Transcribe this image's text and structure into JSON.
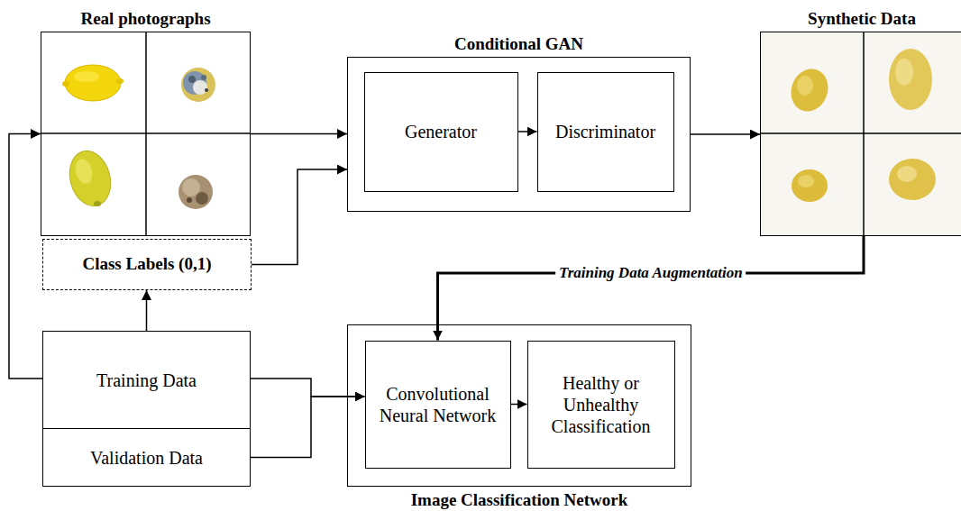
{
  "diagram": {
    "nodes": [
      {
        "text": [
          "Real photographs"
        ]
      },
      {
        "text": [
          "Conditional GAN"
        ]
      },
      {
        "text": [
          "Generator"
        ],
        "in": 1
      },
      {
        "text": [
          "Discriminator"
        ],
        "in": 1
      },
      {
        "text": [
          "Synthetic Data"
        ]
      },
      {
        "text": [
          "Class Labels (0,1)"
        ]
      },
      {
        "text": [
          "Image Classification Network"
        ]
      },
      {
        "text": [
          "Convolutional Neural Network"
        ],
        "in": 6
      },
      {
        "text": [
          "Healthy or Unhealthy Classification"
        ],
        "in": 6
      },
      {
        "text": [
          "Training Data"
        ]
      },
      {
        "text": [
          "Validation Data"
        ]
      }
    ],
    "edges": [
      {
        "from": 0,
        "to": 1,
        "arrow": "to"
      },
      {
        "from": 5,
        "to": 1,
        "arrow": "to"
      },
      {
        "from": 2,
        "to": 3,
        "arrow": "to"
      },
      {
        "from": 1,
        "to": 4,
        "arrow": "to"
      },
      {
        "from": 4,
        "to": 7,
        "label": "Training Data Augmentation",
        "arrow": "to"
      },
      {
        "from": 9,
        "to": 0,
        "arrow": "to"
      },
      {
        "from": 9,
        "to": 5,
        "arrow": "to"
      },
      {
        "from": 9,
        "to": 7,
        "arrow": "to"
      },
      {
        "from": 10,
        "to": 7,
        "arrow": "to"
      },
      {
        "from": 7,
        "to": 8,
        "arrow": "to"
      }
    ]
  }
}
